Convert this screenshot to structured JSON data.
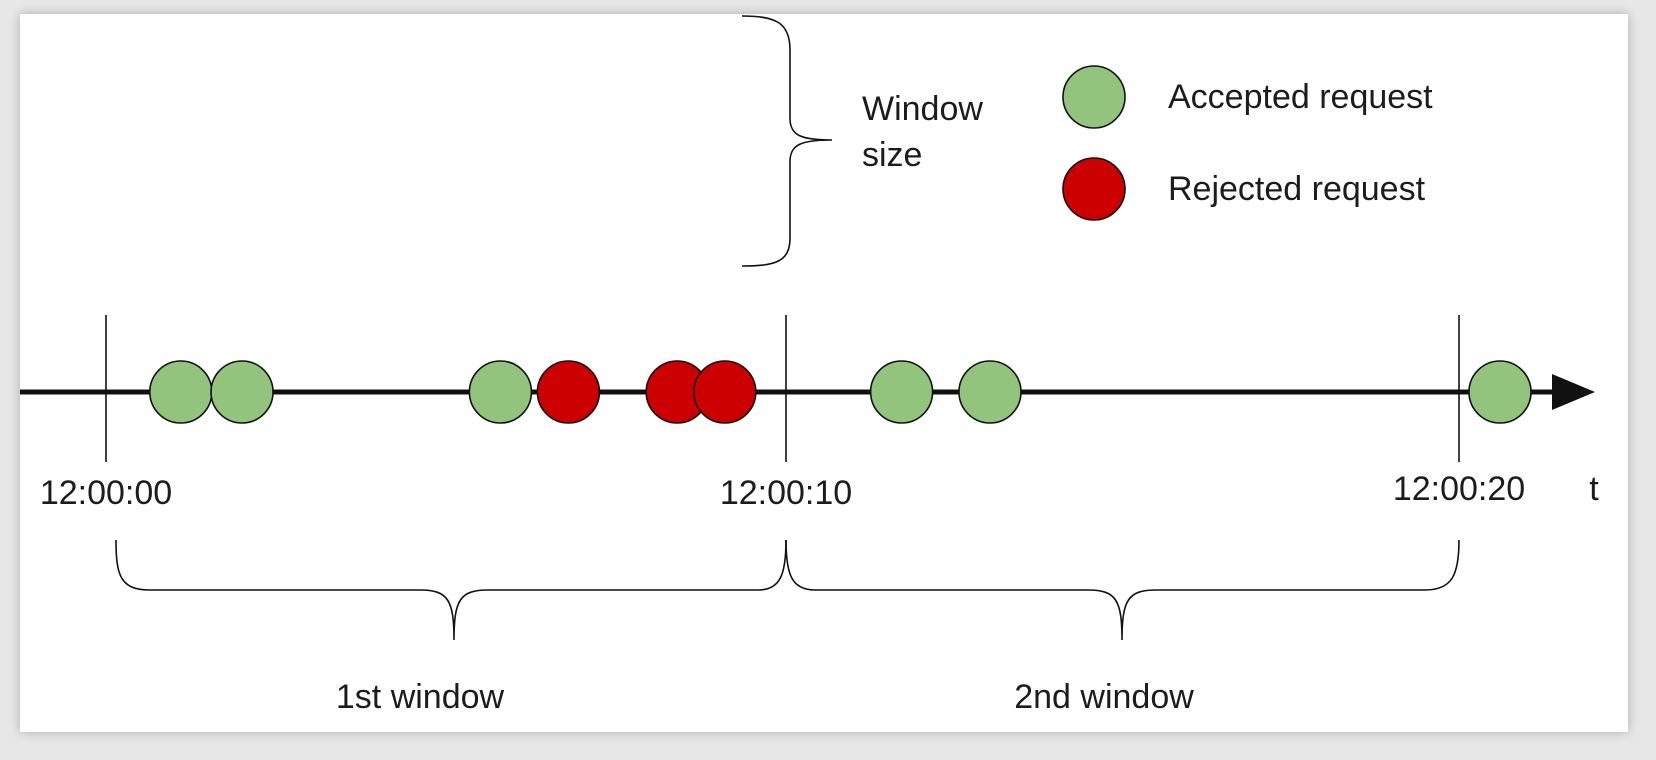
{
  "colors": {
    "accepted": "#93c47d",
    "rejected": "#cc0000",
    "stroke": "#111111"
  },
  "legend": {
    "accepted_label": "Accepted request",
    "rejected_label": "Rejected request"
  },
  "window_size": {
    "line1": "Window",
    "line2": "size"
  },
  "axis": {
    "label": "t",
    "ticks": [
      "12:00:00",
      "12:00:10",
      "12:00:20"
    ]
  },
  "windows": [
    {
      "label": "1st window"
    },
    {
      "label": "2nd window"
    }
  ],
  "requests": [
    {
      "time_s": 1.1,
      "status": "accepted"
    },
    {
      "time_s": 2.0,
      "status": "accepted"
    },
    {
      "time_s": 5.8,
      "status": "accepted"
    },
    {
      "time_s": 6.8,
      "status": "rejected"
    },
    {
      "time_s": 8.4,
      "status": "rejected"
    },
    {
      "time_s": 9.1,
      "status": "rejected"
    },
    {
      "time_s": 11.7,
      "status": "accepted"
    },
    {
      "time_s": 13.0,
      "status": "accepted"
    },
    {
      "time_s": 20.5,
      "status": "accepted"
    }
  ]
}
